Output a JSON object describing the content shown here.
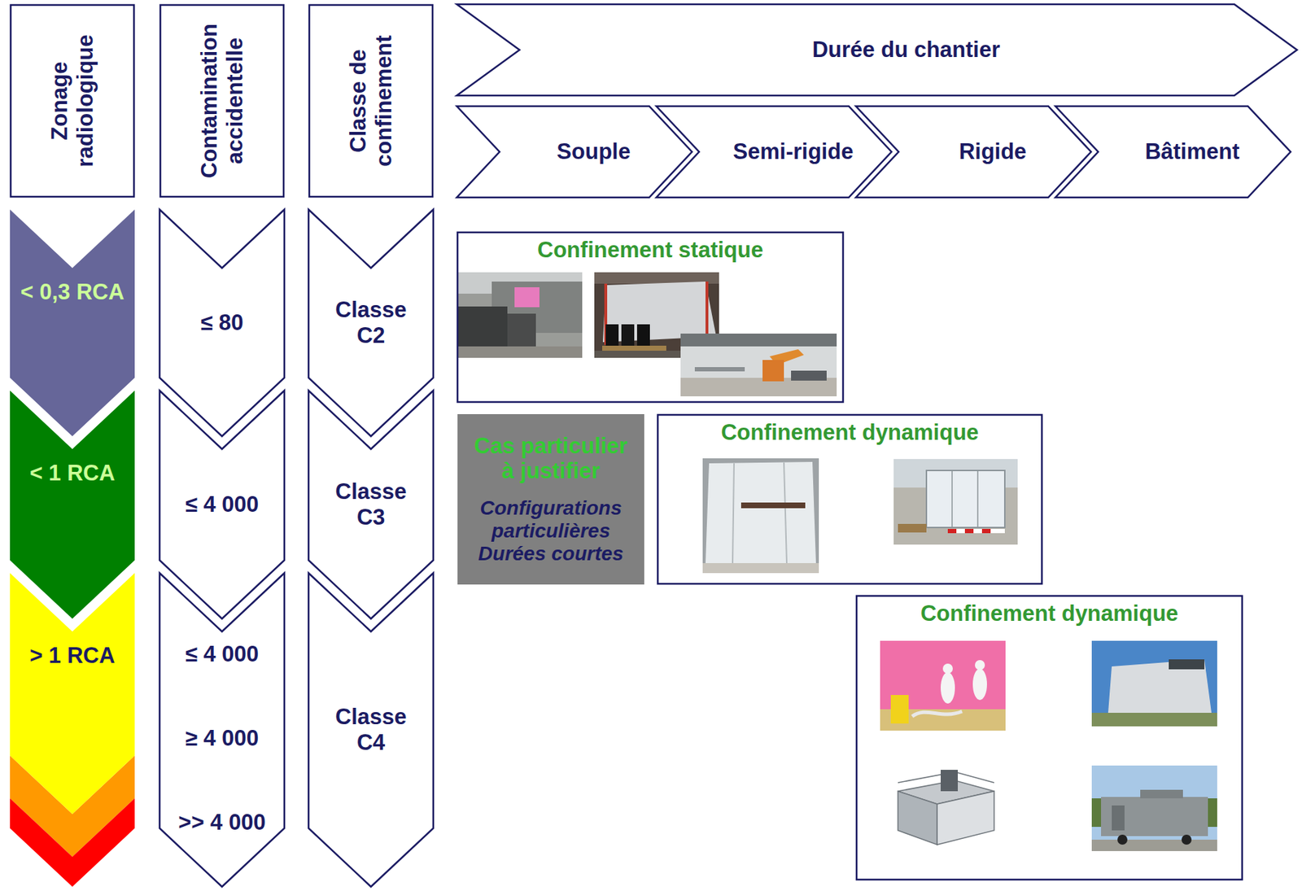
{
  "diagram": {
    "nodes": [
      {
        "text": [
          "Zonage radiologique"
        ]
      },
      {
        "text": [
          "Contamination accidentelle"
        ]
      },
      {
        "text": [
          "Classe de confinement"
        ]
      },
      {
        "text": [
          "Durée du chantier"
        ]
      },
      {
        "text": [
          "Souple"
        ]
      },
      {
        "text": [
          "Semi-rigide"
        ]
      },
      {
        "text": [
          "Rigide"
        ]
      },
      {
        "text": [
          "Bâtiment"
        ]
      },
      {
        "text": [
          "< 0,3 RCA"
        ]
      },
      {
        "text": [
          "≤ 80"
        ]
      },
      {
        "text": [
          "Classe C2"
        ]
      },
      {
        "text": [
          "Confinement statique"
        ]
      },
      {
        "text": [
          "< 1 RCA"
        ]
      },
      {
        "text": [
          "≤ 4 000"
        ]
      },
      {
        "text": [
          "Classe C3"
        ]
      },
      {
        "text": [
          "Cas particulier à justifier",
          "Configurations particulières Durées courtes"
        ]
      },
      {
        "text": [
          "Confinement dynamique"
        ]
      },
      {
        "text": [
          "> 1 RCA"
        ]
      },
      {
        "text": [
          "≤ 4 000",
          "≥ 4 000",
          ">> 4 000"
        ]
      },
      {
        "text": [
          "Classe C4"
        ]
      },
      {
        "text": [
          "Confinement dynamique"
        ]
      }
    ]
  }
}
